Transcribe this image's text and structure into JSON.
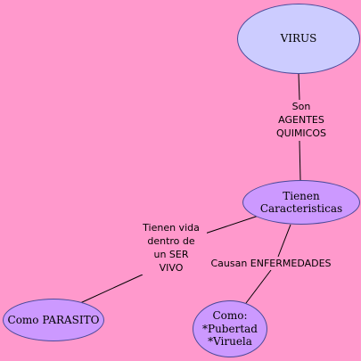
{
  "nodes": {
    "virus": "VIRUS",
    "tienen_caracteristicas": "Tienen Caracteristicas",
    "como_parasito": "Como PARASITO",
    "como_ejemplos": [
      "Como:",
      "*Pubertad",
      "*Viruela"
    ]
  },
  "links": {
    "son": [
      "Son",
      "AGENTES",
      "QUIMICOS"
    ],
    "tienen_vida": [
      "Tienen vida",
      "dentro de",
      "un SER",
      "VIVO"
    ],
    "causan": [
      "Causan ENFERMEDADES"
    ]
  },
  "colors": {
    "background": "#ff99cc",
    "node_top": "#ccccff",
    "node_purple": "#cc99ff",
    "line": "#000000"
  }
}
